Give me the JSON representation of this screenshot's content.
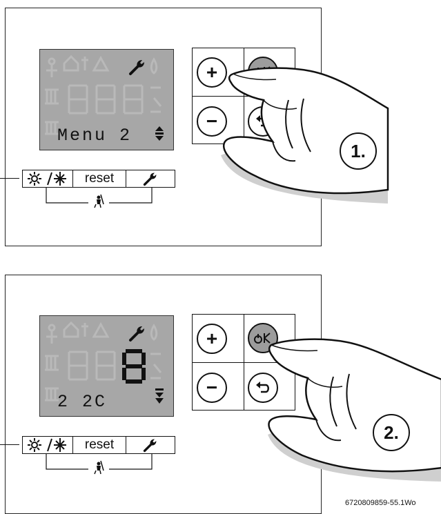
{
  "step1": {
    "lcd_text": "Menu 2",
    "step_label": "1."
  },
  "step2": {
    "lcd_text": "2 2C",
    "step_label": "2."
  },
  "softkeys": {
    "reset_label": "reset"
  },
  "keypad": {
    "plus_label": "+",
    "minus_label": "−"
  },
  "figure_id": "6720809859-55.1Wo",
  "colors": {
    "lcd_background": "#a7a7a7",
    "lcd_ghost_segments": "#b9b9b9",
    "highlighted_key": "#9c9c9c",
    "line": "#111111",
    "hand_shadow": "#cfcfcf"
  },
  "icons": [
    "wrench-icon",
    "up-down-arrows-icon",
    "sun-snowflake-icon",
    "chimney-sweep-icon",
    "power-standby-icon",
    "back-arrow-icon"
  ]
}
